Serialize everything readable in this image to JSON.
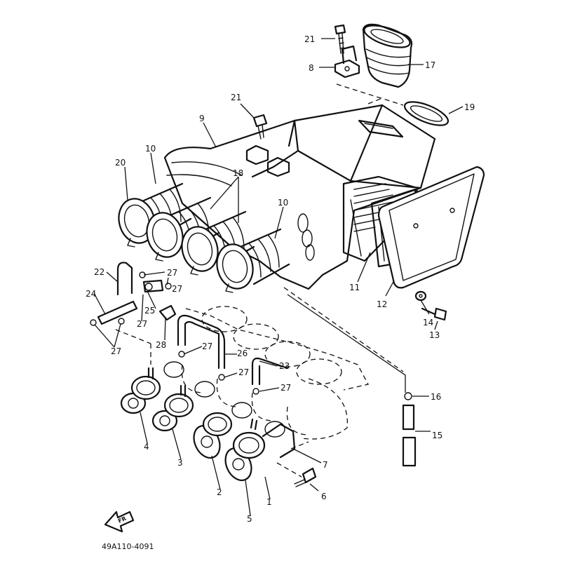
{
  "diagram": {
    "drawing_code": "49A110-4091",
    "front_arrow_label": "FR",
    "part_labels": [
      "1",
      "2",
      "3",
      "4",
      "5",
      "6",
      "7",
      "8",
      "9",
      "10",
      "10",
      "11",
      "12",
      "13",
      "14",
      "15",
      "16",
      "17",
      "18",
      "19",
      "20",
      "21",
      "21",
      "22",
      "23",
      "24",
      "25",
      "26",
      "27",
      "27",
      "27",
      "27",
      "27",
      "27",
      "27",
      "28"
    ]
  }
}
